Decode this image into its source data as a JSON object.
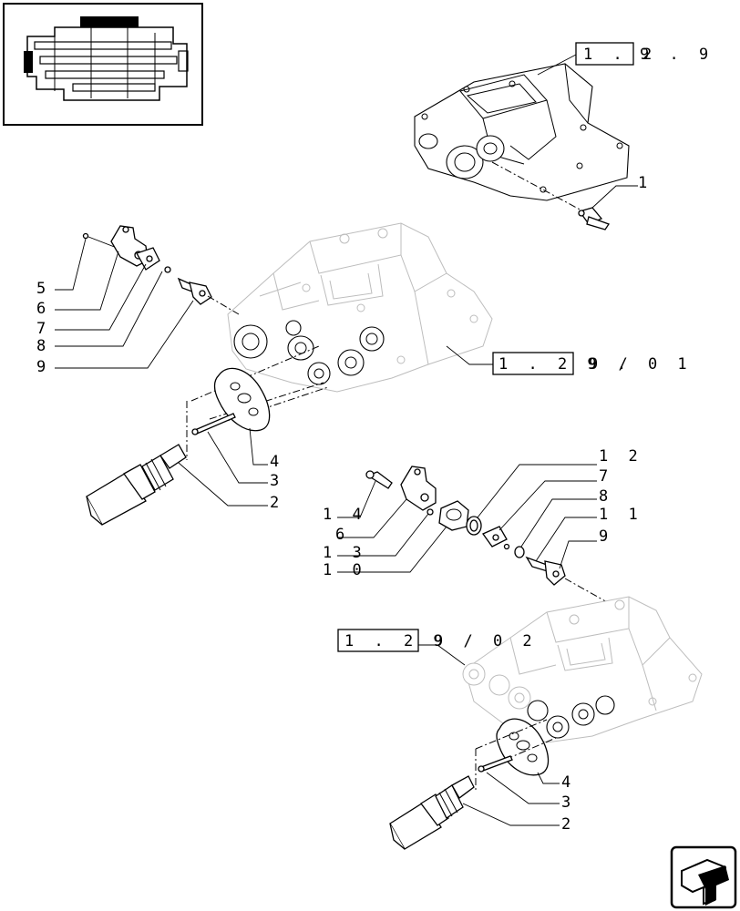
{
  "thumbnail": {
    "icon": "transmission-overview-icon"
  },
  "references": {
    "top": {
      "boxed": "1 . 2",
      "rest": "9 . 9"
    },
    "middle": {
      "boxed": "1 . 2 9 .",
      "rest": "9 / 0 1"
    },
    "bottom": {
      "boxed": "1 . 2 9",
      "rest": "9 / 0 2"
    }
  },
  "callouts": {
    "top": [
      "1"
    ],
    "group_a_left": [
      "5",
      "6",
      "7",
      "8",
      "9"
    ],
    "group_a_right": [
      "4",
      "3",
      "2"
    ],
    "group_b_left": [
      "1 4",
      "6",
      "1 3",
      "1 0"
    ],
    "group_b_right": [
      "1 2",
      "7",
      "8",
      "1 1",
      "9"
    ],
    "group_c_right": [
      "4",
      "3",
      "2"
    ]
  },
  "navigation": {
    "icon": "next-page-arrow-icon"
  }
}
